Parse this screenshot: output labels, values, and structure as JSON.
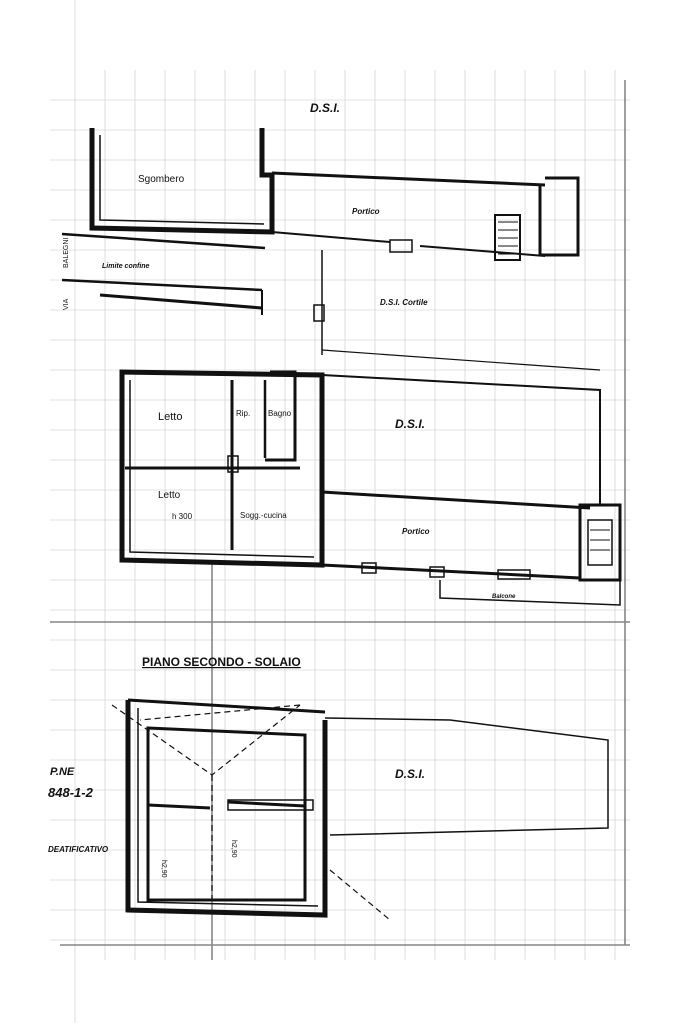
{
  "upper_plan": {
    "top_label": "D.S.I.",
    "rooms": {
      "sgombero": "Sgombero",
      "portico_top": "Portico",
      "cortile": "D.S.I. Cortile",
      "letto_1": "Letto",
      "rip": "Rip.",
      "bagno": "Bagno",
      "letto_2": "Letto",
      "h300": "h 300",
      "soggiorno": "Sogg.-cucina",
      "middle_dsi": "D.S.I.",
      "portico_bottom": "Portico",
      "balcone": "Balcone"
    },
    "street": {
      "via": "VIA",
      "name": "BALEGNI",
      "limit": "Limite confine"
    }
  },
  "section_title": "PIANO SECONDO - SOLAIO",
  "lower_plan": {
    "dsi": "D.S.I.",
    "left_text_1": "P.NE",
    "left_text_2": "848-1-2",
    "left_text_3": "DEATIFICATIVO",
    "h_left": "h2,90",
    "h_right": "h2,90"
  }
}
